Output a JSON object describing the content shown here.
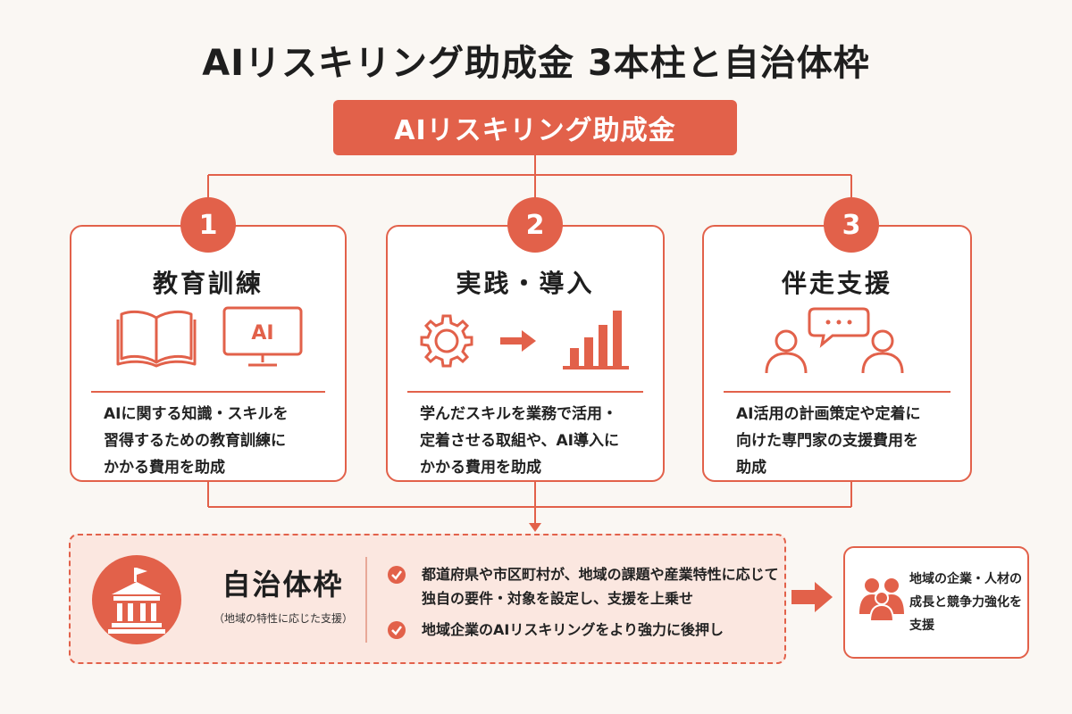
{
  "title": "AIリスキリング助成金 3本柱と自治体枠",
  "top_box": "AIリスキリング助成金",
  "pillars": [
    {
      "number": "1",
      "title": "教育訓練",
      "icon_label": "AI",
      "desc": [
        "AIに関する知識・スキルを",
        "習得するための教育訓練に",
        "かかる費用を助成"
      ]
    },
    {
      "number": "2",
      "title": "実践・導入",
      "desc": [
        "学んだスキルを業務で活用・",
        "定着させる取組や、AI導入に",
        "かかる費用を助成"
      ]
    },
    {
      "number": "3",
      "title": "伴走支援",
      "desc": [
        "AI活用の計画策定や定着に",
        "向けた専門家の支援費用を",
        "助成"
      ]
    }
  ],
  "municipal": {
    "title": "自治体枠",
    "subtitle": "（地域の特性に応じた支援）",
    "bullets": [
      [
        "都道府県や市区町村が、地域の課題や産業特性に応じて",
        "独自の要件・対象を設定し、支援を上乗せ"
      ],
      [
        "地域企業のAIリスキリングをより強力に後押し"
      ]
    ]
  },
  "result": [
    "地域の企業・人材の",
    "成長と競争力強化を",
    "支援"
  ],
  "colors": {
    "accent": "#e2614a",
    "light": "#fbe7e0",
    "background": "#faf7f3"
  }
}
